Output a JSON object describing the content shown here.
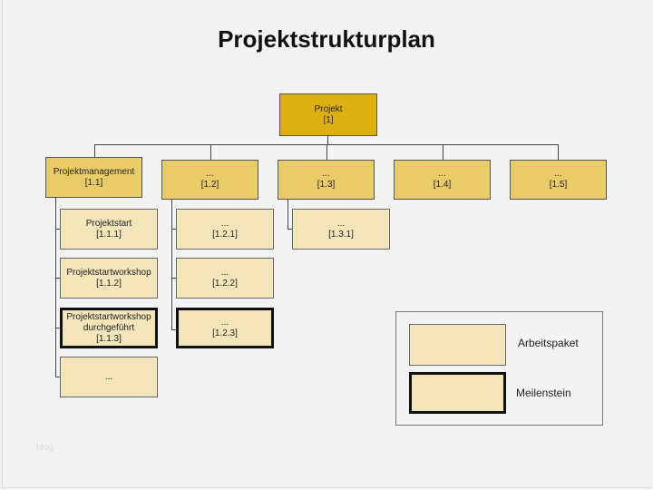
{
  "title": "Projektstrukturplan",
  "root": {
    "label": "Projekt",
    "code": "[1]"
  },
  "level2": [
    {
      "label": "Projektmanagement",
      "code": "[1.1]"
    },
    {
      "label": "...",
      "code": "[1.2]"
    },
    {
      "label": "...",
      "code": "[1.3]"
    },
    {
      "label": "...",
      "code": "[1.4]"
    },
    {
      "label": "...",
      "code": "[1.5]"
    }
  ],
  "col1": [
    {
      "label": "Projektstart",
      "code": "[1.1.1]"
    },
    {
      "label": "Projektstartworkshop",
      "code": "[1.1.2]"
    },
    {
      "label": "Projektstartworkshop durchgeführt",
      "code": "[1.1.3]"
    },
    {
      "label": "...",
      "code": ""
    }
  ],
  "col2": [
    {
      "label": "...",
      "code": "[1.2.1]"
    },
    {
      "label": "...",
      "code": "[1.2.2]"
    },
    {
      "label": "...",
      "code": "[1.2.3]"
    }
  ],
  "col3": [
    {
      "label": "...",
      "code": "[1.3.1]"
    }
  ],
  "legend": {
    "work_package": "Arbeitspaket",
    "milestone": "Meilenstein"
  },
  "watermark": "blog"
}
